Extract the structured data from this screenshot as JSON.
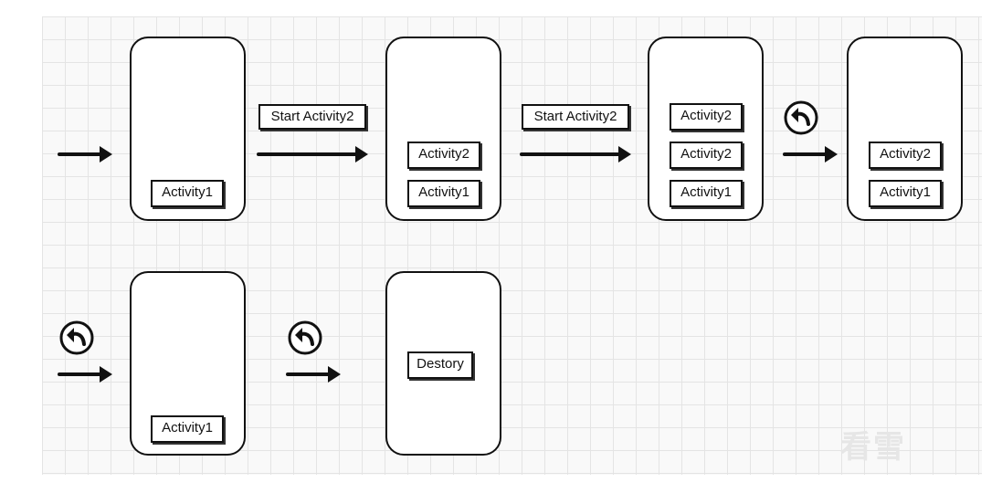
{
  "diagram": {
    "row1": {
      "step1": {
        "stack": [
          "Activity1"
        ]
      },
      "transition1": {
        "label": "Start Activity2"
      },
      "step2": {
        "stack": [
          "Activity2",
          "Activity1"
        ]
      },
      "transition2": {
        "label": "Start Activity2"
      },
      "step3": {
        "stack": [
          "Activity2",
          "Activity2",
          "Activity1"
        ]
      },
      "step4": {
        "stack": [
          "Activity2",
          "Activity1"
        ]
      }
    },
    "row2": {
      "step5": {
        "stack": [
          "Activity1"
        ]
      },
      "step6": {
        "status": "Destory"
      }
    }
  },
  "icons": {
    "transition_back": "back-arrow-icon",
    "arrow": "right-arrow-icon"
  },
  "watermark": {
    "text": "看雪"
  }
}
